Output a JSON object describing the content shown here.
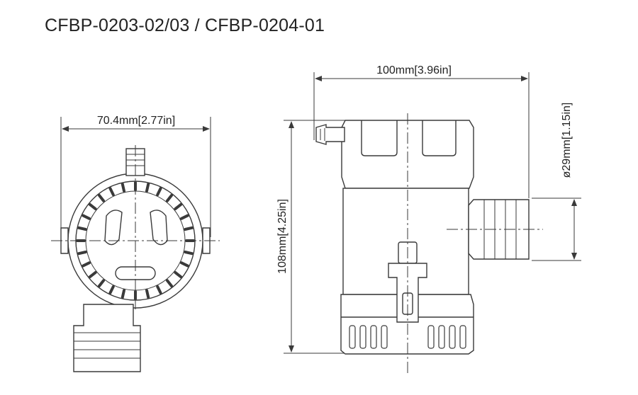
{
  "title": "CFBP-0203-02/03  /  CFBP-0204-01",
  "dimensions": {
    "width_front": "70.4mm[2.77in]",
    "length_side": "100mm[3.96in]",
    "height_side": "108mm[4.25in]",
    "outlet_diameter": "ø29mm[1.15in]"
  }
}
